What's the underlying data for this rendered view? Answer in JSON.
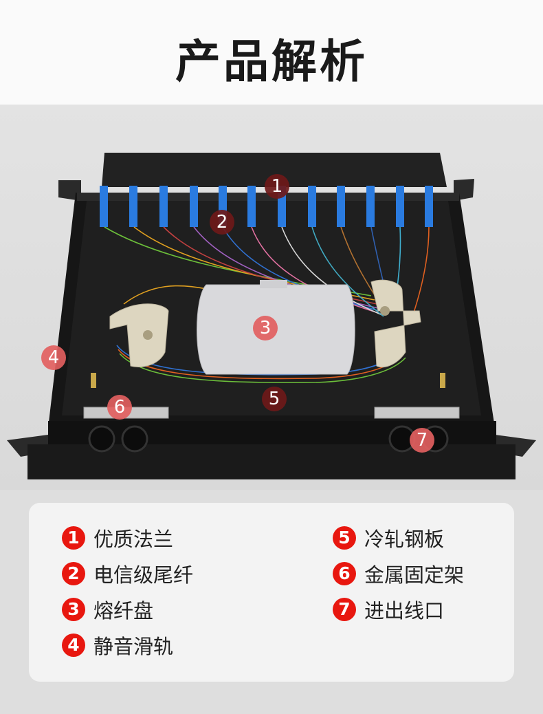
{
  "header": {
    "title": "产品解析"
  },
  "photo_markers": [
    "1",
    "2",
    "3",
    "4",
    "5",
    "6",
    "7"
  ],
  "legend": {
    "items": [
      {
        "num": "1",
        "label": "优质法兰"
      },
      {
        "num": "2",
        "label": "电信级尾纤"
      },
      {
        "num": "3",
        "label": "熔纤盘"
      },
      {
        "num": "4",
        "label": "静音滑轨"
      },
      {
        "num": "5",
        "label": "冷轧钢板"
      },
      {
        "num": "6",
        "label": "金属固定架"
      },
      {
        "num": "7",
        "label": "进出线口"
      }
    ]
  },
  "colors": {
    "accent_red": "#e8170f",
    "adapter_blue": "#2a7be0",
    "steel_black": "#1b1b1b"
  }
}
